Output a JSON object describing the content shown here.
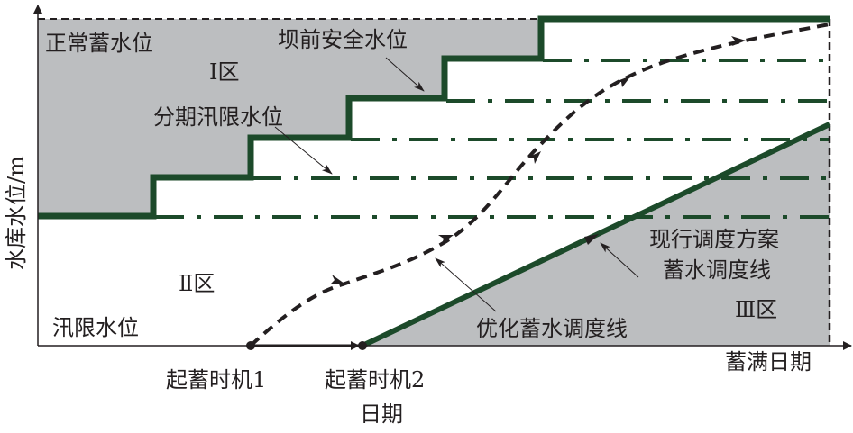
{
  "diagram": {
    "axes": {
      "y_label": "水库水位/m",
      "x_label": "日期"
    },
    "labels": {
      "normal_storage_level": "正常蓄水位",
      "zone_1": "Ⅰ区",
      "dam_safety_level": "坝前安全水位",
      "staged_flood_limit_level": "分期汛限水位",
      "zone_2": "Ⅱ区",
      "flood_limit_level": "汛限水位",
      "current_scheme_line_1": "现行调度方案",
      "current_scheme_line_2": "蓄水调度线",
      "zone_3": "Ⅲ区",
      "optimized_line": "优化蓄水调度线",
      "storage_start_1": "起蓄时机1",
      "storage_start_2": "起蓄时机2",
      "full_storage_date": "蓄满日期"
    },
    "colors": {
      "dark_green": "#1c4a2a",
      "zone_gray": "#bcbec0",
      "ink": "#231f20"
    },
    "dam_safety_steps": 6,
    "staged_flood_limit_lines": 5
  }
}
